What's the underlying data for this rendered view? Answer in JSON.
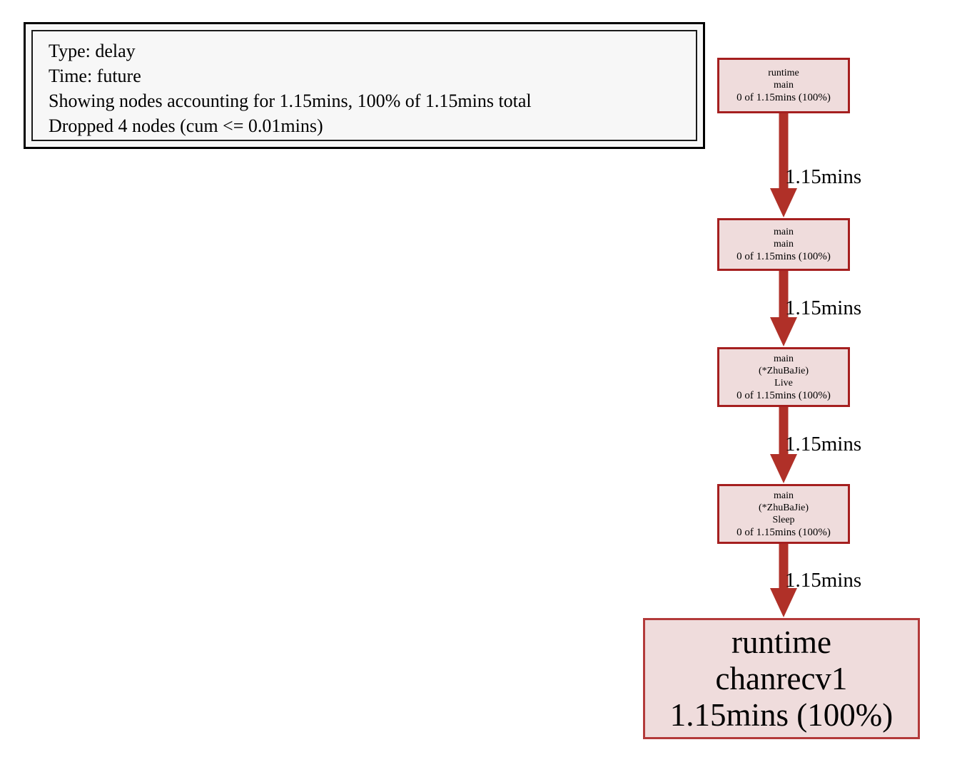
{
  "legend": {
    "lines": [
      "Type: delay",
      "Time: future",
      "Showing nodes accounting for 1.15mins, 100% of 1.15mins total",
      "Dropped 4 nodes (cum <= 0.01mins)"
    ],
    "profile_type": "delay",
    "time": "future",
    "accounted": "1.15mins",
    "accounted_percent": "100%",
    "total": "1.15mins",
    "dropped_nodes": 4,
    "drop_threshold": "0.01mins"
  },
  "colors": {
    "node_fill": "#efdcdc",
    "node_border": "#a51f1f",
    "edge": "#b03028",
    "legend_background": "#f7f7f7",
    "legend_border": "#000000",
    "text": "#000000"
  },
  "graph": {
    "nodes": [
      {
        "id": "runtime-main",
        "package": "runtime",
        "function": "main",
        "stat": "0 of 1.15mins (100%)",
        "flat": "0",
        "cum": "1.15mins",
        "percent": "100%",
        "lines": [
          "runtime",
          "main",
          "0 of 1.15mins (100%)"
        ]
      },
      {
        "id": "main-main",
        "package": "main",
        "function": "main",
        "stat": "0 of 1.15mins (100%)",
        "flat": "0",
        "cum": "1.15mins",
        "percent": "100%",
        "lines": [
          "main",
          "main",
          "0 of 1.15mins (100%)"
        ]
      },
      {
        "id": "zhubajie-live",
        "package": "main",
        "receiver": "(*ZhuBaJie)",
        "function": "Live",
        "stat": "0 of 1.15mins (100%)",
        "flat": "0",
        "cum": "1.15mins",
        "percent": "100%",
        "lines": [
          "main",
          "(*ZhuBaJie)",
          "Live",
          "0 of 1.15mins (100%)"
        ]
      },
      {
        "id": "zhubajie-sleep",
        "package": "main",
        "receiver": "(*ZhuBaJie)",
        "function": "Sleep",
        "stat": "0 of 1.15mins (100%)",
        "flat": "0",
        "cum": "1.15mins",
        "percent": "100%",
        "lines": [
          "main",
          "(*ZhuBaJie)",
          "Sleep",
          "0 of 1.15mins (100%)"
        ]
      },
      {
        "id": "chanrecv1",
        "package": "runtime",
        "function": "chanrecv1",
        "stat": "1.15mins (100%)",
        "flat": "1.15mins",
        "cum": "1.15mins",
        "percent": "100%",
        "lines": [
          "runtime",
          "chanrecv1",
          "1.15mins (100%)"
        ]
      }
    ],
    "edges": [
      {
        "from": "runtime-main",
        "to": "main-main",
        "label": "1.15mins"
      },
      {
        "from": "main-main",
        "to": "zhubajie-live",
        "label": "1.15mins"
      },
      {
        "from": "zhubajie-live",
        "to": "zhubajie-sleep",
        "label": "1.15mins"
      },
      {
        "from": "zhubajie-sleep",
        "to": "chanrecv1",
        "label": "1.15mins"
      }
    ]
  }
}
